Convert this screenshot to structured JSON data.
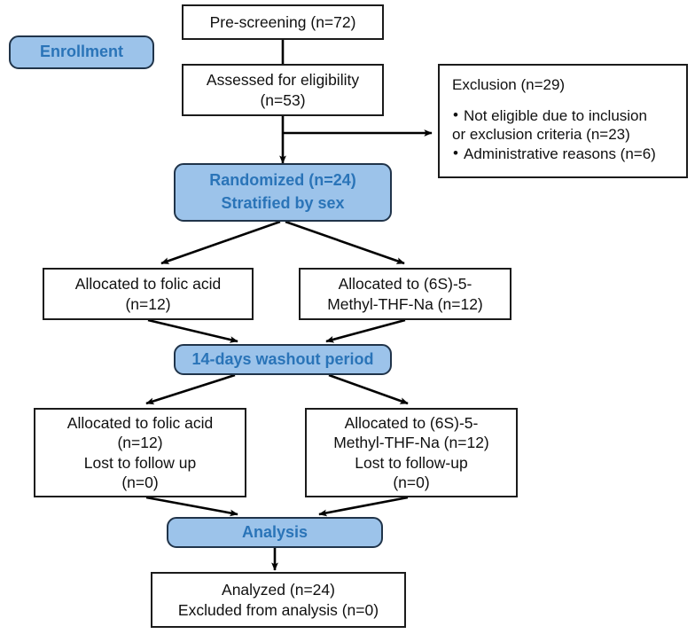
{
  "diagram": {
    "title": "CONSORT participant flow diagram",
    "type": "flowchart",
    "colors": {
      "stage_fill": "#9CC3EA",
      "stage_text": "#2A74B8",
      "stage_border": "#20344A",
      "box_border": "#1B1B1B",
      "box_fill": "#FFFFFF",
      "box_text": "#101010",
      "edge": "#000000",
      "background": "#FFFFFF"
    }
  },
  "stages": {
    "enrollment": "Enrollment",
    "randomized_line1": "Randomized (n=24)",
    "randomized_line2": "Stratified by sex",
    "washout": "14-days washout period",
    "analysis": "Analysis"
  },
  "boxes": {
    "prescreening": {
      "line1": "Pre-screening (n=72)"
    },
    "assessed": {
      "line1": "Assessed for eligibility",
      "line2": "(n=53)"
    },
    "exclusion": {
      "heading": "Exclusion  (n=29)",
      "items": [
        {
          "line1": "Not eligible due to inclusion",
          "line2": "or exclusion criteria (n=23)"
        },
        {
          "line1": "Administrative reasons (n=6)"
        }
      ]
    },
    "alloc_left": {
      "line1": "Allocated to folic acid",
      "line2": "(n=12)"
    },
    "alloc_right": {
      "line1": "Allocated to (6S)-5-",
      "line2": "Methyl-THF-Na (n=12)"
    },
    "followup_left": {
      "line1": "Allocated to folic acid",
      "line2": "(n=12)",
      "line3": "Lost to follow up",
      "line4": "(n=0)"
    },
    "followup_right": {
      "line1": "Allocated to (6S)-5-",
      "line2": "Methyl-THF-Na (n=12)",
      "line3": "Lost to follow-up",
      "line4": "(n=0)"
    },
    "analyzed": {
      "line1": "Analyzed (n=24)",
      "line2": "Excluded from analysis (n=0)"
    }
  }
}
